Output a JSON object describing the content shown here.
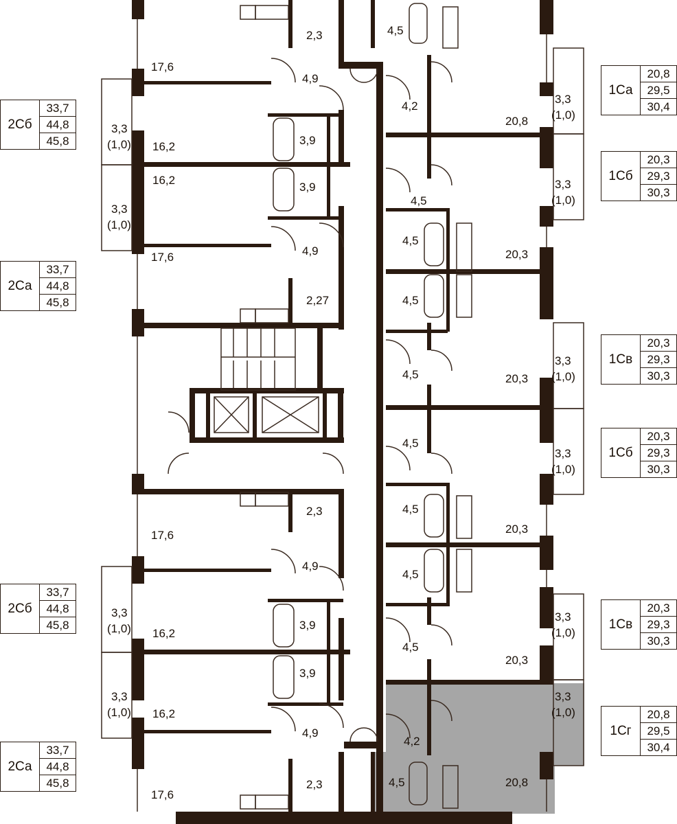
{
  "colors": {
    "wall": "#2a1a10",
    "highlight": "#a6a6a6",
    "thin": "#3a2a20"
  },
  "apartments_left": [
    {
      "code": "2Сб",
      "areas": [
        "33,7",
        "44,8",
        "45,8"
      ]
    },
    {
      "code": "2Са",
      "areas": [
        "33,7",
        "44,8",
        "45,8"
      ]
    },
    {
      "code": "2Сб",
      "areas": [
        "33,7",
        "44,8",
        "45,8"
      ]
    },
    {
      "code": "2Са",
      "areas": [
        "33,7",
        "44,8",
        "45,8"
      ]
    }
  ],
  "apartments_right": [
    {
      "code": "1Са",
      "areas": [
        "20,8",
        "29,5",
        "30,4"
      ]
    },
    {
      "code": "1Сб",
      "areas": [
        "20,3",
        "29,3",
        "30,3"
      ]
    },
    {
      "code": "1Св",
      "areas": [
        "20,3",
        "29,3",
        "30,3"
      ]
    },
    {
      "code": "1Сб",
      "areas": [
        "20,3",
        "29,3",
        "30,3"
      ]
    },
    {
      "code": "1Св",
      "areas": [
        "20,3",
        "29,3",
        "30,3"
      ]
    },
    {
      "code": "1Сг",
      "areas": [
        "20,8",
        "29,5",
        "30,4"
      ]
    }
  ],
  "room_labels": [
    "17,6",
    "2,3",
    "4,9",
    "16,2",
    "3,9",
    "3,3",
    "(1,0)",
    "16,2",
    "3,9",
    "3,3",
    "(1,0)",
    "17,6",
    "4,9",
    "2,27",
    "17,6",
    "2,3",
    "4,9",
    "16,2",
    "3,9",
    "3,3",
    "(1,0)",
    "16,2",
    "3,9",
    "3,3",
    "(1,0)",
    "4,9",
    "17,6",
    "2,3",
    "4,5",
    "4,2",
    "20,8",
    "3,3",
    "(1,0)",
    "4,5",
    "3,3",
    "(1,0)",
    "4,5",
    "20,3",
    "4,5",
    "4,5",
    "20,3",
    "3,3",
    "(1,0)",
    "4,5",
    "3,3",
    "(1,0)",
    "4,5",
    "20,3",
    "4,5",
    "4,5",
    "20,3",
    "3,3",
    "(1,0)",
    "3,3",
    "(1,0)",
    "4,2",
    "4,5",
    "20,8"
  ]
}
